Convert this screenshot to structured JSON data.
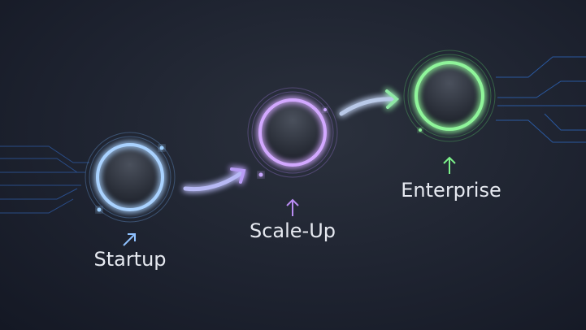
{
  "stages": [
    {
      "label": "Startup",
      "color": "#8fc1ff",
      "arrow": "up-right-arrow"
    },
    {
      "label": "Scale-Up",
      "color": "#b98cf2",
      "arrow": "up-arrow"
    },
    {
      "label": "Enterprise",
      "color": "#7cf28a",
      "arrow": "up-arrow"
    }
  ]
}
